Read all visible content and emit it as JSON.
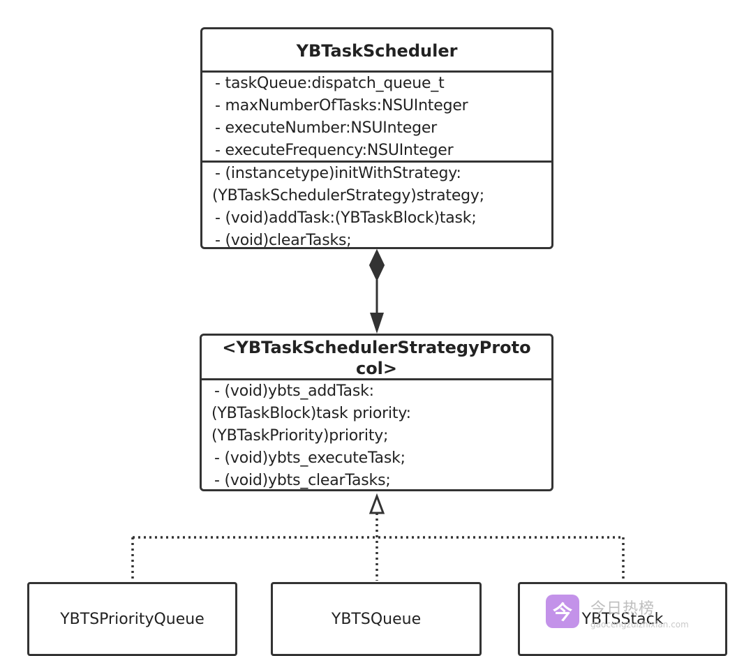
{
  "scheduler": {
    "title": "YBTaskScheduler",
    "attributes": [
      "- taskQueue:dispatch_queue_t",
      "- maxNumberOfTasks:NSUInteger",
      "- executeNumber:NSUInteger",
      "- executeFrequency:NSUInteger"
    ],
    "methods": [
      "- (instancetype)initWithStrategy:",
      "(YBTaskSchedulerStrategy)strategy;",
      "- (void)addTask:(YBTaskBlock)task;",
      "- (void)clearTasks;"
    ]
  },
  "protocol": {
    "title_lines": [
      "<YBTaskSchedulerStrategyProto",
      "col>"
    ],
    "methods": [
      "- (void)ybts_addTask:",
      "(YBTaskBlock)task priority:",
      "(YBTaskPriority)priority;",
      "- (void)ybts_executeTask;",
      "- (void)ybts_clearTasks;"
    ]
  },
  "implementations": [
    "YBTSPriorityQueue",
    "YBTSQueue",
    "YBTSStack"
  ],
  "relationships": {
    "composition": "composition",
    "realization": "realization"
  },
  "watermark": {
    "logo_glyph": "今",
    "name": "今日热榜",
    "url": "gaocengzuizhixian.com"
  }
}
